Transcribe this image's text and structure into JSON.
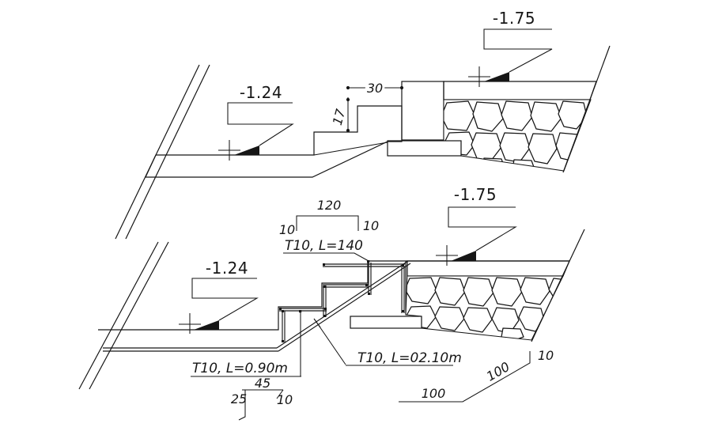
{
  "colors": {
    "ink": "#161616",
    "paper": "#ffffff"
  },
  "top_section": {
    "elev_left": "-1.24",
    "elev_right": "-1.75",
    "dim_tread": "30",
    "dim_riser": "17"
  },
  "bottom_section": {
    "elev_left": "-1.24",
    "elev_right": "-1.75",
    "bracket_dim_top": "120",
    "bracket_dim_left": "10",
    "bracket_dim_right": "10",
    "bar_top_label": "T10, L=140",
    "bar_bottom_label": "T10, L=0.90m",
    "bar_incline_label": "T10, L=02.10m",
    "shape45_len": "45",
    "shape45_leg": "25",
    "shape45_hook": "10",
    "shape100_horiz": "100",
    "shape100_slope": "100",
    "shape100_hook": "10"
  }
}
